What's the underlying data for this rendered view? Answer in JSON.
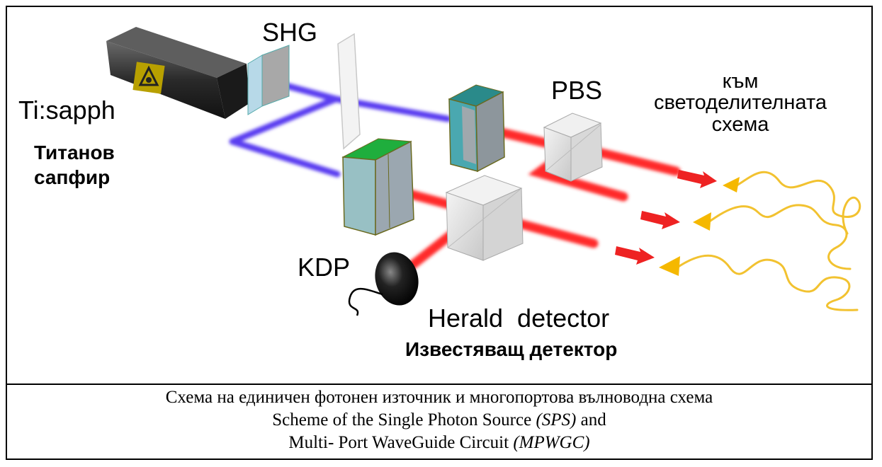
{
  "labels": {
    "shg": "SHG",
    "laser_name": "Ti:sapph",
    "laser_name_bg": "Титанов\nсапфир",
    "pbs": "PBS",
    "to_splitter": "към\nсветоделителната\nсхема",
    "kdp": "KDP",
    "herald": "Herald  detector",
    "herald_bg": "Известяващ детектор"
  },
  "caption": {
    "line1": "Схема на единичен фотонен източник и многопортова вълноводна схема",
    "line2_prefix": "Scheme of the Single Photon Source ",
    "line2_italic": "(SPS)",
    "line2_suffix": " and",
    "line3_prefix": "Multi- Port WaveGuide Circuit ",
    "line3_italic": "(MPWGC)"
  },
  "colors": {
    "laser_beam": "#ff2b2b",
    "pump_beam": "#5a3cf0",
    "crystal_face": "#9aa6b2",
    "crystal_edge": "#1f8a8a",
    "crystal_top": "#19a33a",
    "fiber": "#f2c230",
    "arrow": "#ee2222",
    "coupler": "#f5b800"
  }
}
